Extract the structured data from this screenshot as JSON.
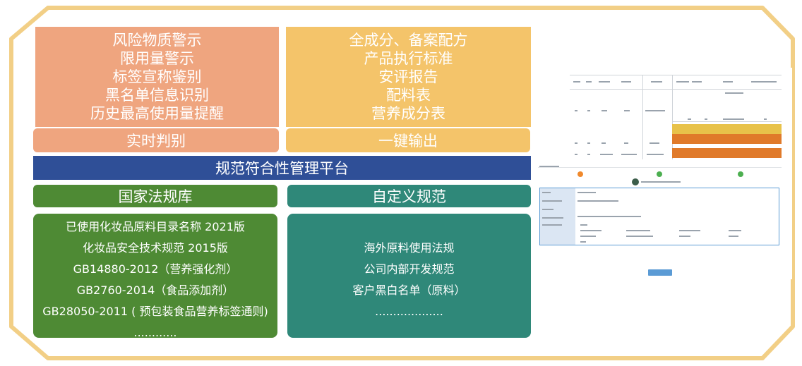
{
  "diagram": {
    "risk_items": [
      "风险物质警示",
      "限用量警示",
      "标签宣称鉴别",
      "黑名单信息识别",
      "历史最高使用量提醒"
    ],
    "output_items": [
      "全成分、备案配方",
      "产品执行标准",
      "安评报告",
      "配料表",
      "营养成分表"
    ],
    "realtime_label": "实时判别",
    "export_label": "一键输出",
    "platform_label": "规范符合性管理平台",
    "national_label": "国家法规库",
    "custom_label": "自定义规范",
    "national_items": [
      "已使用化妆品原料目录名称 2021版",
      "化妆品安全技术规范 2015版",
      "GB14880-2012（营养强化剂）",
      "GB2760-2014（食品添加剂）",
      "GB28050-2011 ( 预包装食品营养标签通则)",
      "............"
    ],
    "custom_items": [
      "海外原料使用法规",
      "公司内部开发规范",
      "客户黑白名单（原料）",
      "..................."
    ]
  },
  "colors": {
    "frame": "#f2cf86",
    "salmon": "#efa57f",
    "yellow": "#f4c46a",
    "navy": "#2f4f97",
    "green": "#4e8a34",
    "teal": "#2f8879",
    "row_yellow": "#e8c24a",
    "row_orange": "#e07a2a",
    "dot_orange": "#f0892c",
    "dot_green": "#4caf50",
    "blue_button": "#5b9bd5"
  }
}
